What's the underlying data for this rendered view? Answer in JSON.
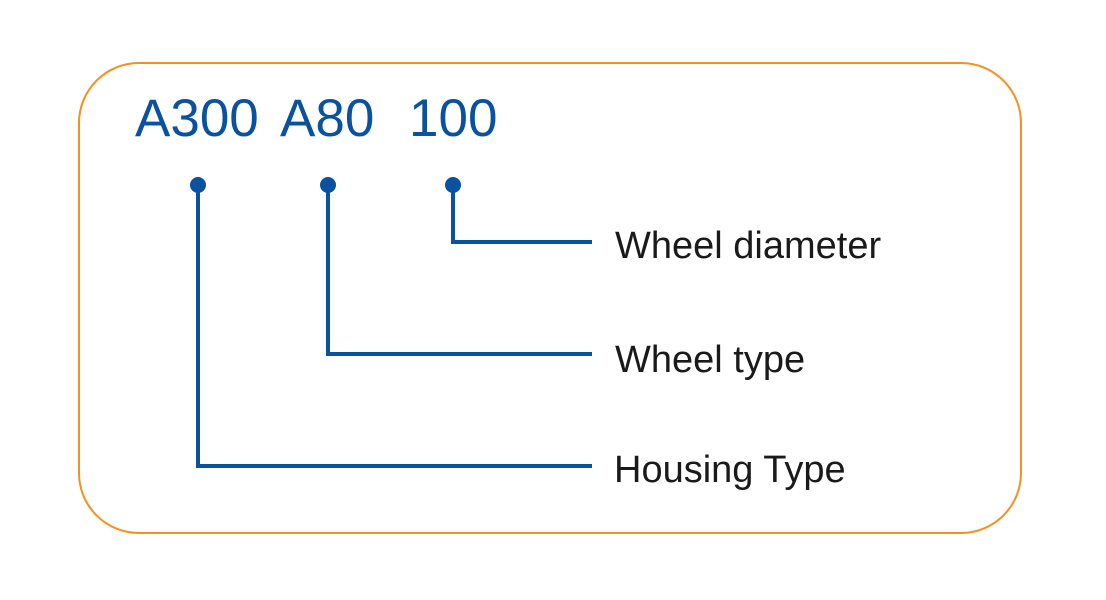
{
  "codes": {
    "housing": "A300",
    "wheel_type": "A80",
    "diameter": "100"
  },
  "labels": {
    "diameter": "Wheel diameter",
    "wheel_type": "Wheel type",
    "housing": "Housing Type"
  },
  "colors": {
    "accent": "#0a52a0",
    "border": "#f5901e",
    "text": "#1a1a1a"
  }
}
